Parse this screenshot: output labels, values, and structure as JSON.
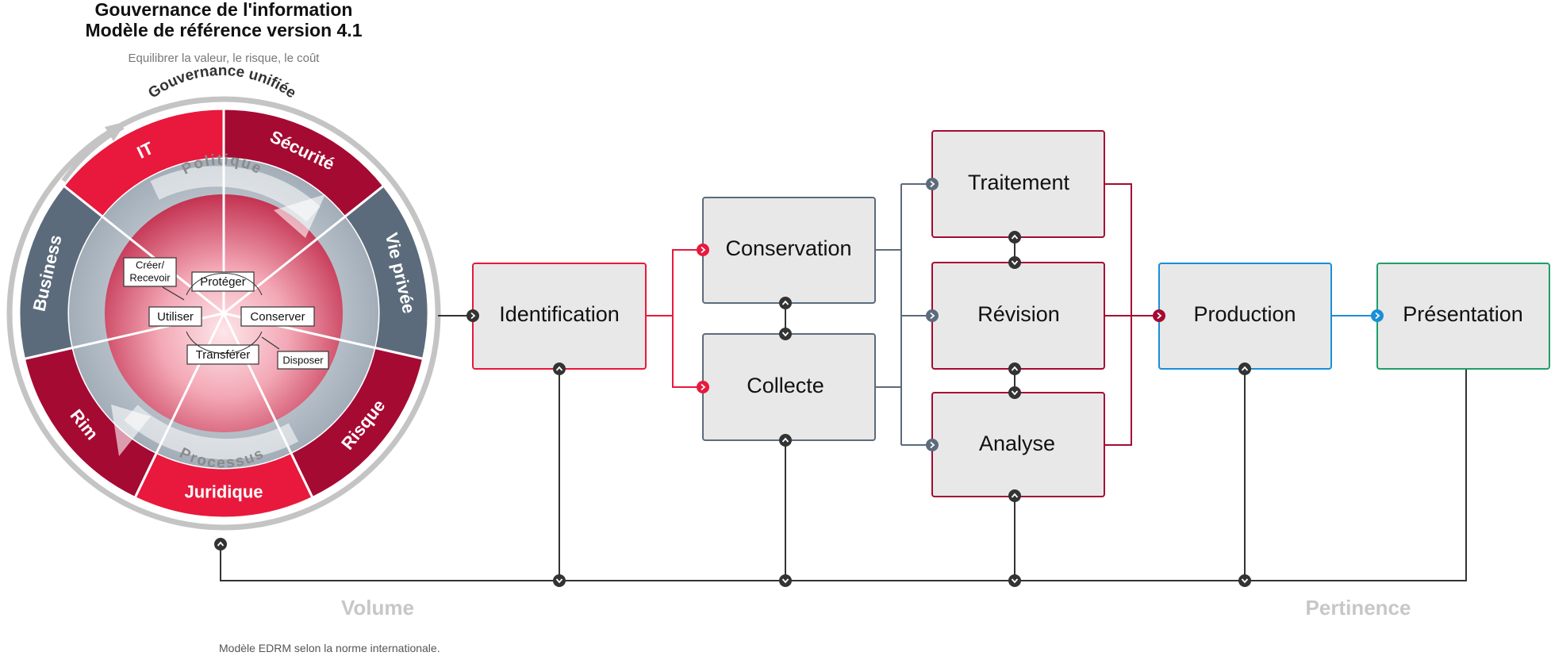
{
  "header": {
    "title_line1": "Gouvernance de l'information",
    "title_line2": "Modèle de référence version 4.1",
    "subtitle": "Equilibrer la valeur, le risque, le coût"
  },
  "wheel": {
    "top_arc_label": "Gouvernance unifiée",
    "segments": [
      {
        "label": "IT",
        "color": "#e8193c"
      },
      {
        "label": "Sécurité",
        "color": "#a50a33"
      },
      {
        "label": "Vie privée",
        "color": "#5c6b7b"
      },
      {
        "label": "Risque",
        "color": "#a50a33"
      },
      {
        "label": "Juridique",
        "color": "#e8193c"
      },
      {
        "label": "Rim",
        "color": "#a50a33"
      },
      {
        "label": "Business",
        "color": "#5c6b7b"
      }
    ],
    "inner_ring_top": "Politique",
    "inner_ring_bottom": "Processus",
    "lifecycle": {
      "create": "Créer/\nRecevoir",
      "create_line1": "Créer/",
      "create_line2": "Recevoir",
      "protect": "Protéger",
      "use": "Utiliser",
      "keep": "Conserver",
      "transfer": "Transférer",
      "dispose": "Disposer"
    }
  },
  "stages": {
    "identification": "Identification",
    "conservation": "Conservation",
    "collecte": "Collecte",
    "traitement": "Traitement",
    "revision": "Révision",
    "analyse": "Analyse",
    "production": "Production",
    "presentation": "Présentation"
  },
  "footer": {
    "left_axis": "Volume",
    "right_axis": "Pertinence",
    "note": "Modèle EDRM selon la norme internationale."
  },
  "colors": {
    "red": "#e8193c",
    "dark_red": "#a50a33",
    "slate": "#5c6b7b",
    "blue": "#1a8fd6",
    "green": "#1e9e6a",
    "connector": "#333333"
  }
}
